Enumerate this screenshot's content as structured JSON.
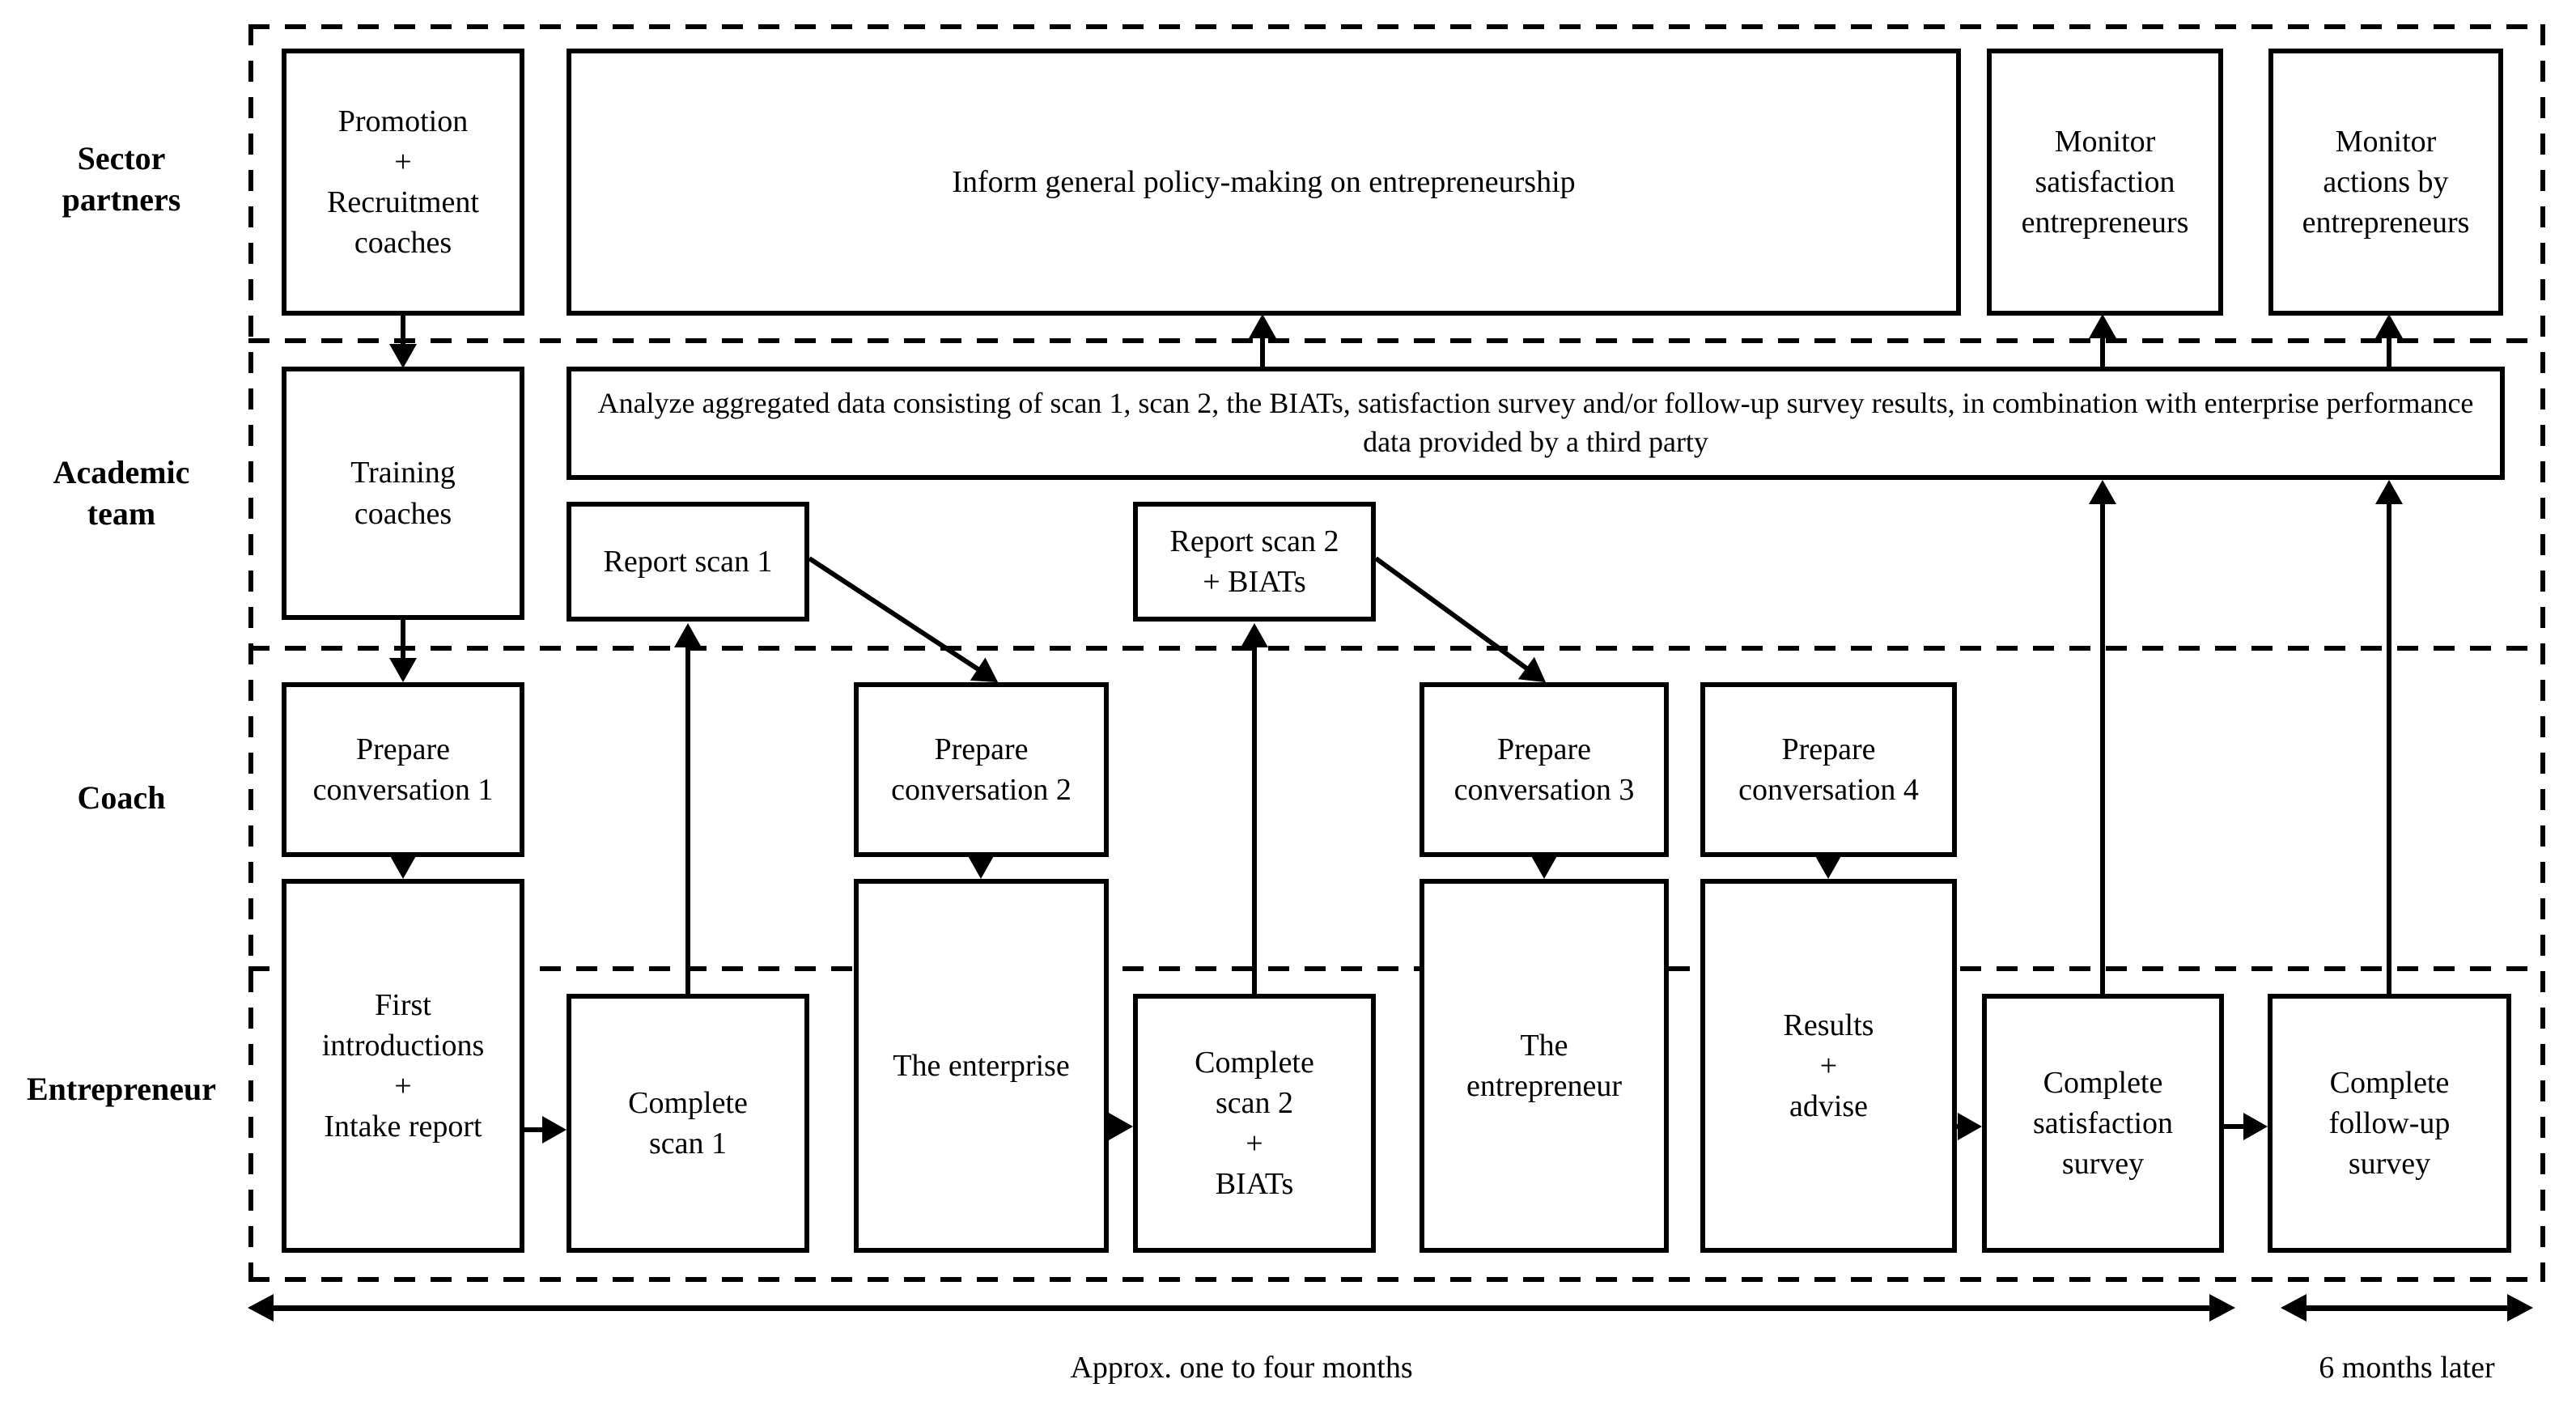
{
  "lanes": {
    "sector_partners": "Sector\npartners",
    "academic_team": "Academic\nteam",
    "coach": "Coach",
    "entrepreneur": "Entrepreneur"
  },
  "boxes": {
    "promotion": "Promotion\n+\nRecruitment\ncoaches",
    "inform": "Inform general policy-making on entrepreneurship",
    "monitor_satisfaction": "Monitor\nsatisfaction\nentrepreneurs",
    "monitor_actions": "Monitor\nactions by\nentrepreneurs",
    "training": "Training\ncoaches",
    "analyze": "Analyze aggregated data consisting of scan 1, scan 2, the BIATs, satisfaction survey and/or follow-up survey results, in combination with enterprise performance data provided by a third party",
    "report_scan1": "Report scan 1",
    "report_scan2": "Report scan 2\n+ BIATs",
    "prep1": "Prepare\nconversation 1",
    "prep2": "Prepare\nconversation 2",
    "prep3": "Prepare\nconversation 3",
    "prep4": "Prepare\nconversation 4",
    "first_intro": "First\nintroductions\n+\nIntake report",
    "complete_scan1": "Complete\nscan 1",
    "enterprise": "The enterprise",
    "complete_scan2": "Complete\nscan 2\n+\nBIATs",
    "entrepreneur": "The\nentrepreneur",
    "results": "Results\n+\nadvise",
    "satisfaction": "Complete\nsatisfaction\nsurvey",
    "followup": "Complete\nfollow-up\nsurvey"
  },
  "timeline": {
    "approx_label": "Approx. one to four months",
    "later_label": "6 months later"
  },
  "colors": {
    "line": "#000000",
    "background": "#ffffff"
  }
}
